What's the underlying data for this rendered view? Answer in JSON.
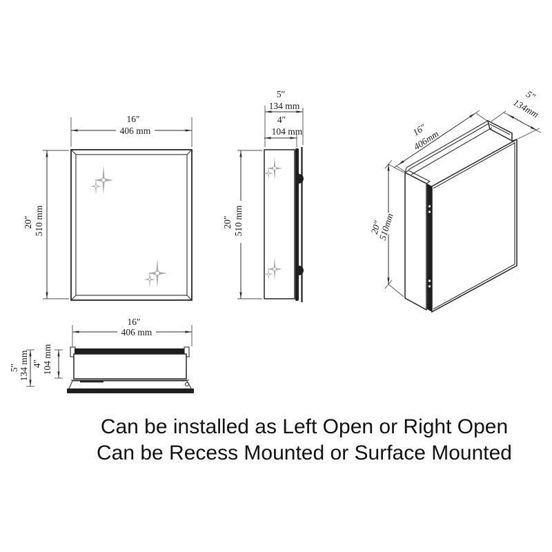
{
  "front": {
    "w_in": "16″",
    "w_mm": "406 mm",
    "h_in": "20″",
    "h_mm": "510 mm"
  },
  "side": {
    "d5_in": "5″",
    "d5_mm": "134 mm",
    "d4_in": "4″",
    "d4_mm": "104 mm",
    "h_in": "20″",
    "h_mm": "510 mm"
  },
  "iso": {
    "w_in": "16″",
    "w_mm": "406mm",
    "d_in": "5″",
    "d_mm": "134mm",
    "h_in": "20″",
    "h_mm": "510mm"
  },
  "bottom": {
    "w_in": "16″",
    "w_mm": "406 mm",
    "d4_in": "4″",
    "d4_mm": "104 mm",
    "d5_in": "5″",
    "d5_mm": "134 mm"
  },
  "caption": {
    "line1": "Can be installed as Left Open or Right Open",
    "line2": "Can be Recess Mounted or Surface Mounted"
  },
  "colors": {
    "line": "#2b2b2b",
    "dark_fill": "#1f1f1f",
    "sparkle": "#a8a8a8",
    "background": "#ffffff",
    "text": "#1a1a1a"
  }
}
